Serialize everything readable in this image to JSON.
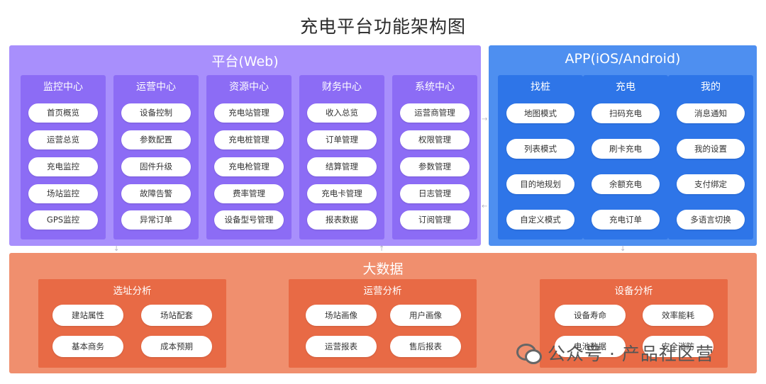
{
  "title": "充电平台功能架构图",
  "web": {
    "title": "平台(Web)",
    "columns": [
      {
        "title": "监控中心",
        "items": [
          "首页概览",
          "运营总览",
          "充电监控",
          "场站监控",
          "GPS监控"
        ]
      },
      {
        "title": "运营中心",
        "items": [
          "设备控制",
          "参数配置",
          "固件升级",
          "故障告警",
          "异常订单"
        ]
      },
      {
        "title": "资源中心",
        "items": [
          "充电站管理",
          "充电桩管理",
          "充电枪管理",
          "费率管理",
          "设备型号管理"
        ]
      },
      {
        "title": "财务中心",
        "items": [
          "收入总览",
          "订单管理",
          "结算管理",
          "充电卡管理",
          "报表数据"
        ]
      },
      {
        "title": "系统中心",
        "items": [
          "运营商管理",
          "权限管理",
          "参数管理",
          "日志管理",
          "订阅管理"
        ]
      }
    ]
  },
  "app": {
    "title": "APP(iOS/Android)",
    "columns": [
      {
        "title": "找桩",
        "items": [
          "地图模式",
          "列表模式",
          "目的地规划",
          "自定义模式"
        ]
      },
      {
        "title": "充电",
        "items": [
          "扫码充电",
          "刷卡充电",
          "余额充电",
          "充电订单"
        ]
      },
      {
        "title": "我的",
        "items": [
          "消息通知",
          "我的设置",
          "支付绑定",
          "多语言切换"
        ]
      }
    ]
  },
  "bigdata": {
    "title": "大数据",
    "groups": [
      {
        "title": "选址分析",
        "items": [
          "建站属性",
          "场站配套",
          "基本商务",
          "成本预期"
        ]
      },
      {
        "title": "运营分析",
        "items": [
          "场站画像",
          "用户画像",
          "运营报表",
          "售后报表"
        ]
      },
      {
        "title": "设备分析",
        "items": [
          "设备寿命",
          "效率能耗",
          "电池数据",
          "安全消防"
        ]
      }
    ]
  },
  "watermark": "公众号 · 产品社区营",
  "arrows": {
    "right": "→",
    "left": "←",
    "down": "↓",
    "up": "↑"
  },
  "colors": {
    "web_bg": "#a88ffc",
    "web_col": "#8c6cf5",
    "app_bg": "#4e8ff0",
    "app_col": "#2e75e8",
    "big_bg": "#f08f6e",
    "big_group": "#e86a45"
  }
}
